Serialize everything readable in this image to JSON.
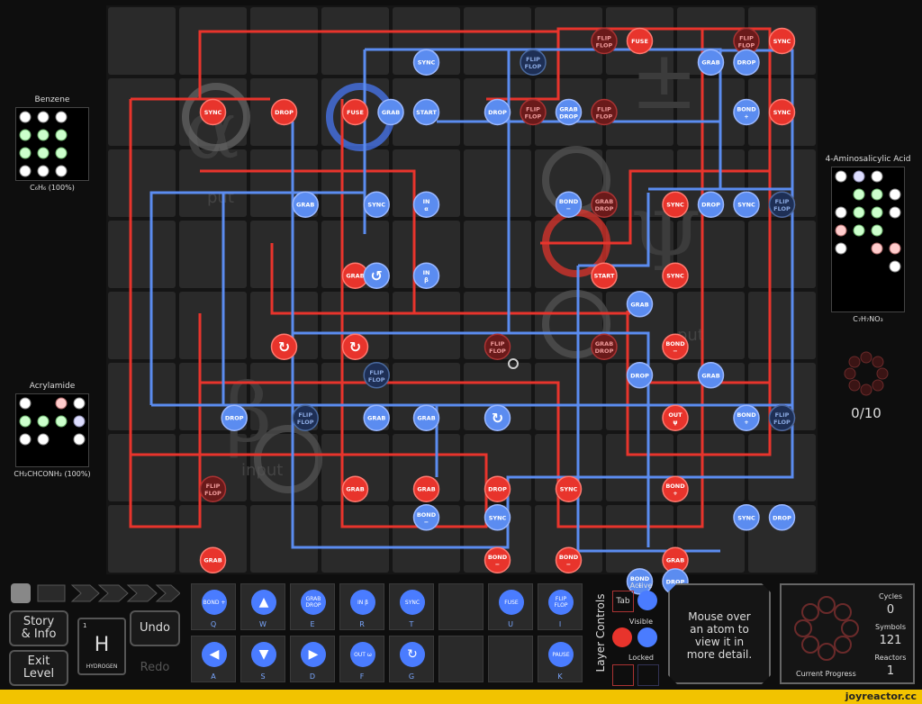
{
  "colors": {
    "red": "#e8342c",
    "blue": "#5b8cf0",
    "darkred": "#6a1a1a",
    "navy": "#1e2f55",
    "grid": "#2a2a2a",
    "bg": "#111"
  },
  "left_molecules": [
    {
      "title": "Benzene",
      "formula": "C₆H₆ (100%)"
    },
    {
      "title": "Acrylamide",
      "formula": "CH₂CHCONH₂ (100%)"
    }
  ],
  "right_molecule": {
    "title": "4-Aminosalicylic Acid",
    "formula": "C₇H₇NO₃"
  },
  "output_counter": "0/10",
  "watermarks": [
    "put",
    "put",
    "input",
    "input"
  ],
  "red_nodes": [
    {
      "label": "SYNC",
      "c": 1,
      "r": 1
    },
    {
      "label": "DROP",
      "c": 2,
      "r": 1
    },
    {
      "label": "FUSE",
      "c": 3,
      "r": 1
    },
    {
      "label": "FUSE",
      "c": 7,
      "r": 0
    },
    {
      "label": "SYNC",
      "c": 9,
      "r": 0
    },
    {
      "label": "SYNC",
      "c": 9,
      "r": 1
    },
    {
      "label": "SYNC",
      "c": 7.5,
      "r": 2.3
    },
    {
      "label": "SYNC",
      "c": 7.5,
      "r": 3.3
    },
    {
      "label": "START",
      "c": 6.5,
      "r": 3.3
    },
    {
      "label": "GRAB",
      "c": 3,
      "r": 3.3
    },
    {
      "label": "↻",
      "c": 2,
      "r": 4.3
    },
    {
      "label": "↻",
      "c": 3,
      "r": 4.3
    },
    {
      "label": "BOND −",
      "c": 7.5,
      "r": 4.3
    },
    {
      "label": "OUT ψ",
      "c": 7.5,
      "r": 5.3
    },
    {
      "label": "BOND +",
      "c": 7.5,
      "r": 6.3
    },
    {
      "label": "GRAB",
      "c": 3,
      "r": 6.3
    },
    {
      "label": "GRAB",
      "c": 4,
      "r": 6.3
    },
    {
      "label": "DROP",
      "c": 5,
      "r": 6.3
    },
    {
      "label": "SYNC",
      "c": 6,
      "r": 6.3
    },
    {
      "label": "GRAB",
      "c": 1,
      "r": 7.3
    },
    {
      "label": "BOND −",
      "c": 5,
      "r": 7.3
    },
    {
      "label": "BOND −",
      "c": 6,
      "r": 7.3
    },
    {
      "label": "GRAB",
      "c": 7.5,
      "r": 7.3
    }
  ],
  "darkred_nodes": [
    {
      "label": "FLIP FLOP",
      "c": 6.5,
      "r": 0
    },
    {
      "label": "FLIP FLOP",
      "c": 8.5,
      "r": 0
    },
    {
      "label": "FLIP FLOP",
      "c": 5.5,
      "r": 1
    },
    {
      "label": "FLIP FLOP",
      "c": 6.5,
      "r": 1
    },
    {
      "label": "GRAB DROP",
      "c": 6.5,
      "r": 2.3
    },
    {
      "label": "FLIP FLOP",
      "c": 9,
      "r": 2.3
    },
    {
      "label": "FLIP FLOP",
      "c": 5,
      "r": 4.3
    },
    {
      "label": "GRAB DROP",
      "c": 6.5,
      "r": 4.3
    },
    {
      "label": "FLIP FLOP",
      "c": 9,
      "r": 5.3
    },
    {
      "label": "FLIP FLOP",
      "c": 1,
      "r": 6.3
    }
  ],
  "blue_nodes": [
    {
      "label": "SYNC",
      "c": 4,
      "r": 0.3
    },
    {
      "label": "GRAB",
      "c": 8,
      "r": 0.3
    },
    {
      "label": "DROP",
      "c": 8.5,
      "r": 0.3
    },
    {
      "label": "GRAB",
      "c": 3.5,
      "r": 1
    },
    {
      "label": "START",
      "c": 4,
      "r": 1
    },
    {
      "label": "DROP",
      "c": 5,
      "r": 1
    },
    {
      "label": "GRAB DROP",
      "c": 6,
      "r": 1
    },
    {
      "label": "BOND +",
      "c": 8.5,
      "r": 1
    },
    {
      "label": "GRAB",
      "c": 2.3,
      "r": 2.3
    },
    {
      "label": "SYNC",
      "c": 3.3,
      "r": 2.3
    },
    {
      "label": "IN α",
      "c": 4,
      "r": 2.3
    },
    {
      "label": "BOND −",
      "c": 6,
      "r": 2.3
    },
    {
      "label": "DROP",
      "c": 8,
      "r": 2.3
    },
    {
      "label": "SYNC",
      "c": 8.5,
      "r": 2.3
    },
    {
      "label": "↺",
      "c": 3.3,
      "r": 3.3
    },
    {
      "label": "IN β",
      "c": 4,
      "r": 3.3
    },
    {
      "label": "GRAB",
      "c": 7,
      "r": 3.7
    },
    {
      "label": "DROP",
      "c": 7,
      "r": 4.7
    },
    {
      "label": "GRAB",
      "c": 8,
      "r": 4.7
    },
    {
      "label": "DROP",
      "c": 1.3,
      "r": 5.3
    },
    {
      "label": "GRAB",
      "c": 3.3,
      "r": 5.3
    },
    {
      "label": "GRAB",
      "c": 4,
      "r": 5.3
    },
    {
      "label": "↻",
      "c": 5,
      "r": 5.3
    },
    {
      "label": "BOND +",
      "c": 8.5,
      "r": 5.3
    },
    {
      "label": "BOND −",
      "c": 4,
      "r": 6.7
    },
    {
      "label": "SYNC",
      "c": 5,
      "r": 6.7
    },
    {
      "label": "SYNC",
      "c": 8.5,
      "r": 6.7
    },
    {
      "label": "DROP",
      "c": 9,
      "r": 6.7
    },
    {
      "label": "BOND +",
      "c": 7,
      "r": 7.6
    },
    {
      "label": "DROP",
      "c": 7.5,
      "r": 7.6
    }
  ],
  "navy_nodes": [
    {
      "label": "FLIP FLOP",
      "c": 5.5,
      "r": 0.3
    },
    {
      "label": "FLIP FLOP",
      "c": 9,
      "r": 2.3
    },
    {
      "label": "FLIP FLOP",
      "c": 3.3,
      "r": 4.7
    },
    {
      "label": "FLIP FLOP",
      "c": 2.3,
      "r": 5.3
    },
    {
      "label": "FLIP FLOP",
      "c": 9,
      "r": 5.3
    }
  ],
  "controls": {
    "story": "Story\n& Info",
    "exit": "Exit\nLevel",
    "undo": "Undo",
    "redo": "Redo",
    "element_symbol": "H",
    "element_name": "HYDROGEN",
    "element_number": "1"
  },
  "tools": [
    {
      "label": "BOND +",
      "key": "Q"
    },
    {
      "label": "▲",
      "key": "W"
    },
    {
      "label": "GRAB DROP",
      "key": "E"
    },
    {
      "label": "IN β",
      "key": "R"
    },
    {
      "label": "SYNC",
      "key": "T"
    },
    {
      "label": "",
      "key": ""
    },
    {
      "label": "FUSE",
      "key": "U"
    },
    {
      "label": "FLIP FLOP",
      "key": "I"
    },
    {
      "label": "◀",
      "key": "A"
    },
    {
      "label": "▼",
      "key": "S"
    },
    {
      "label": "▶",
      "key": "D"
    },
    {
      "label": "OUT ω",
      "key": "F"
    },
    {
      "label": "↻",
      "key": "G"
    },
    {
      "label": "",
      "key": ""
    },
    {
      "label": "",
      "key": ""
    },
    {
      "label": "PAUSE",
      "key": "K"
    }
  ],
  "layer_controls": {
    "title": "Layer Controls",
    "active": "Active",
    "tab": "Tab",
    "visible": "Visible",
    "locked": "Locked"
  },
  "info_text": "Mouse over\nan atom to\nview it in\nmore detail.",
  "stats": {
    "cycles_label": "Cycles",
    "cycles": "0",
    "symbols_label": "Symbols",
    "symbols": "121",
    "reactors_label": "Reactors",
    "reactors": "1",
    "progress_label": "Current Progress"
  },
  "footer": "joyreactor.cc"
}
